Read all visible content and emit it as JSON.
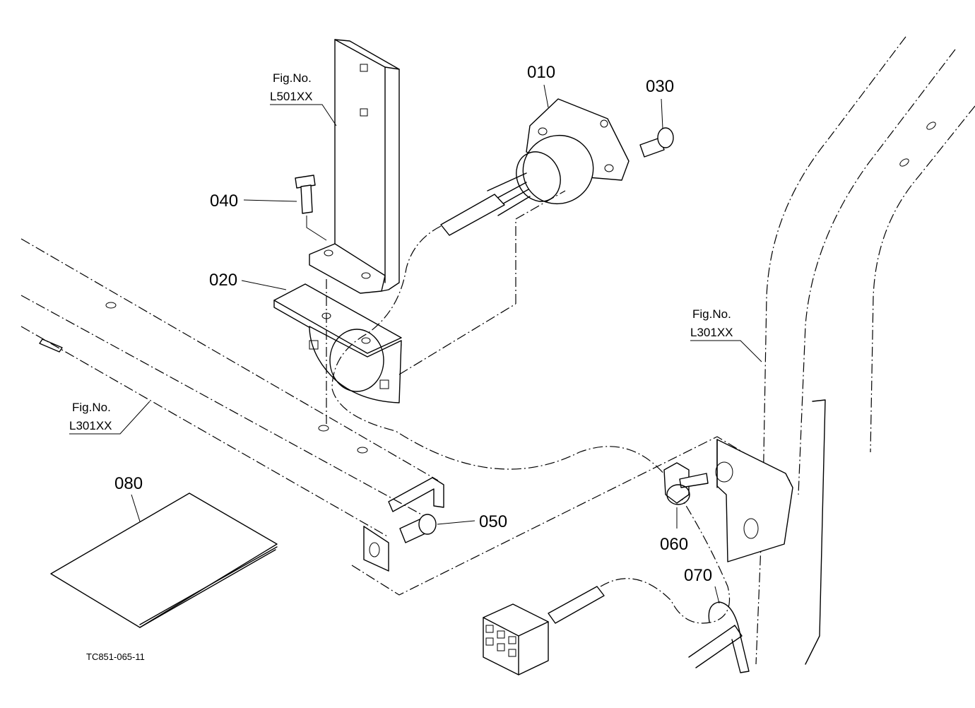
{
  "callouts": {
    "p010": "010",
    "p020": "020",
    "p030": "030",
    "p040": "040",
    "p050": "050",
    "p060": "060",
    "p070": "070",
    "p080": "080"
  },
  "references": {
    "fig_top_label": "Fig.No.",
    "fig_top_code": "L501XX",
    "fig_right_label": "Fig.No.",
    "fig_right_code": "L301XX",
    "fig_left_label": "Fig.No.",
    "fig_left_code": "L301XX"
  },
  "drawing_code": "TC851-065-11"
}
